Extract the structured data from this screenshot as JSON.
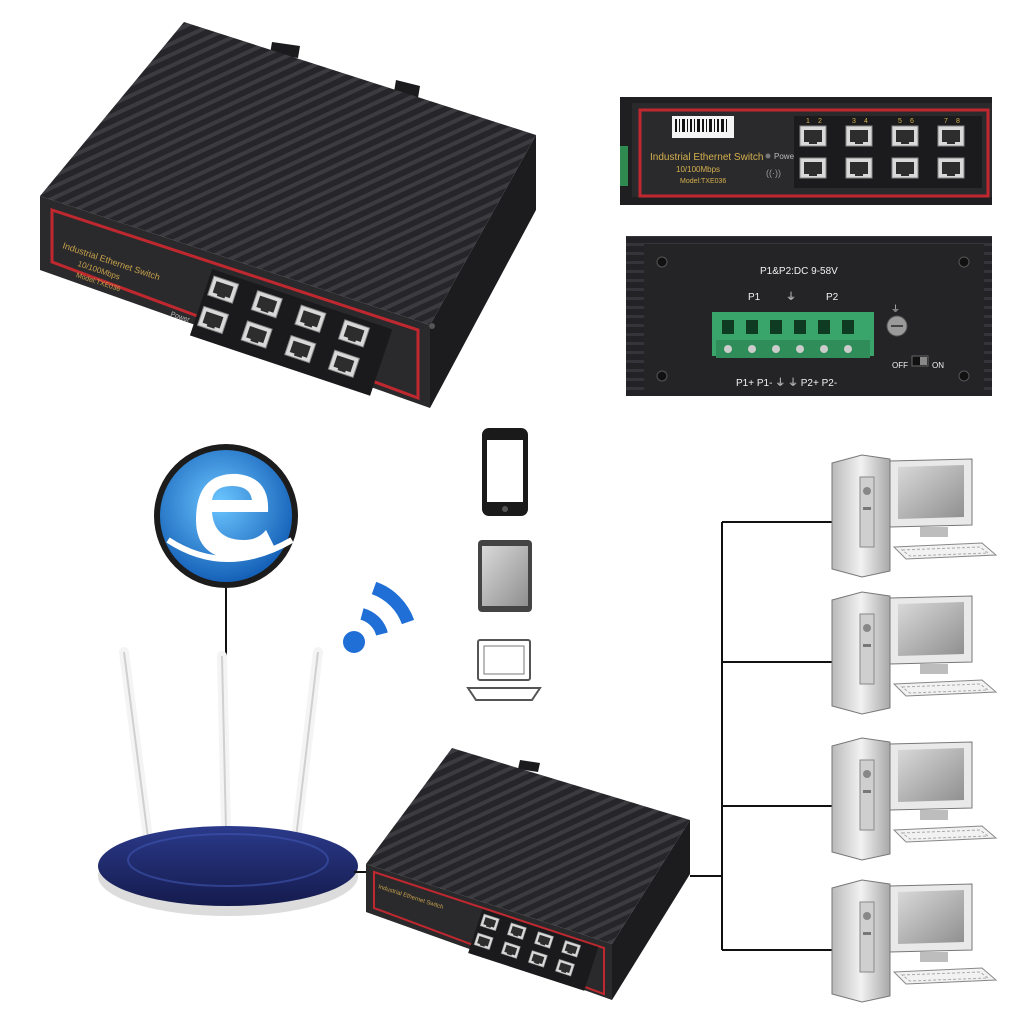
{
  "switch_front": {
    "title": "Industrial Ethernet Switch",
    "speed": "10/100Mbps",
    "model": "Model:TXE036",
    "power_label": "Power",
    "port_labels": [
      "1",
      "2",
      "3",
      "4",
      "5",
      "6",
      "7",
      "8"
    ]
  },
  "switch_rear": {
    "power_spec": "P1&P2:DC 9-58V",
    "group_p1": "P1",
    "group_p2": "P2",
    "terminal_labels": "P1+ P1- ⏚ ⏚ P2+ P2-",
    "off_label": "OFF",
    "on_label": "ON"
  },
  "colors": {
    "switch_body": "#2a2a2d",
    "bezel_red": "#c0282f",
    "terminal_green": "#3aa56a",
    "ie_blue": "#1c7fd4",
    "wifi_blue": "#1f6fd6",
    "router_navy": "#1f2a6b"
  },
  "icons": [
    "ie-globe-icon",
    "wifi-icon",
    "smartphone-icon",
    "tablet-icon",
    "laptop-icon",
    "desktop-pc-icon"
  ]
}
